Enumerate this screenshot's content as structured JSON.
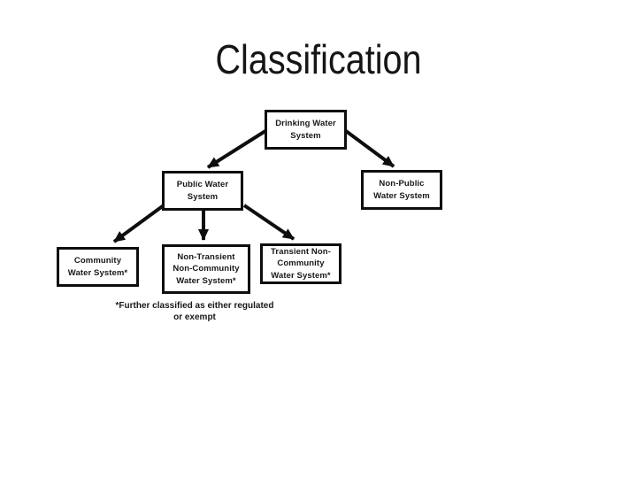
{
  "slide": {
    "title": "Classification",
    "background_color": "#ffffff",
    "title_color": "#151515"
  },
  "diagram": {
    "type": "tree",
    "colors": {
      "box_border": "#0e0e0e",
      "box_fill": "#ffffff",
      "arrow": "#0e0e0e",
      "text": "#181818"
    },
    "nodes": [
      {
        "id": "drinking-water-system",
        "lines": [
          "Drinking Water",
          "System"
        ]
      },
      {
        "id": "public-water-system",
        "lines": [
          "Public Water",
          "System"
        ]
      },
      {
        "id": "non-public-water-system",
        "lines": [
          "Non-Public",
          "Water System"
        ]
      },
      {
        "id": "community-water-system",
        "lines": [
          "Community",
          "Water System*"
        ]
      },
      {
        "id": "non-transient-non-community-water-system",
        "lines": [
          "Non-Transient",
          "Non-Community",
          "Water System*"
        ]
      },
      {
        "id": "transient-non-community-water-system",
        "lines": [
          "Transient Non-",
          "Community",
          "Water System*"
        ]
      }
    ],
    "edges": [
      {
        "from": "drinking-water-system",
        "to": "public-water-system"
      },
      {
        "from": "drinking-water-system",
        "to": "non-public-water-system"
      },
      {
        "from": "public-water-system",
        "to": "community-water-system"
      },
      {
        "from": "public-water-system",
        "to": "non-transient-non-community-water-system"
      },
      {
        "from": "public-water-system",
        "to": "transient-non-community-water-system"
      }
    ],
    "footnote": {
      "line1": "*Further classified as either regulated",
      "line2": "or exempt"
    }
  }
}
